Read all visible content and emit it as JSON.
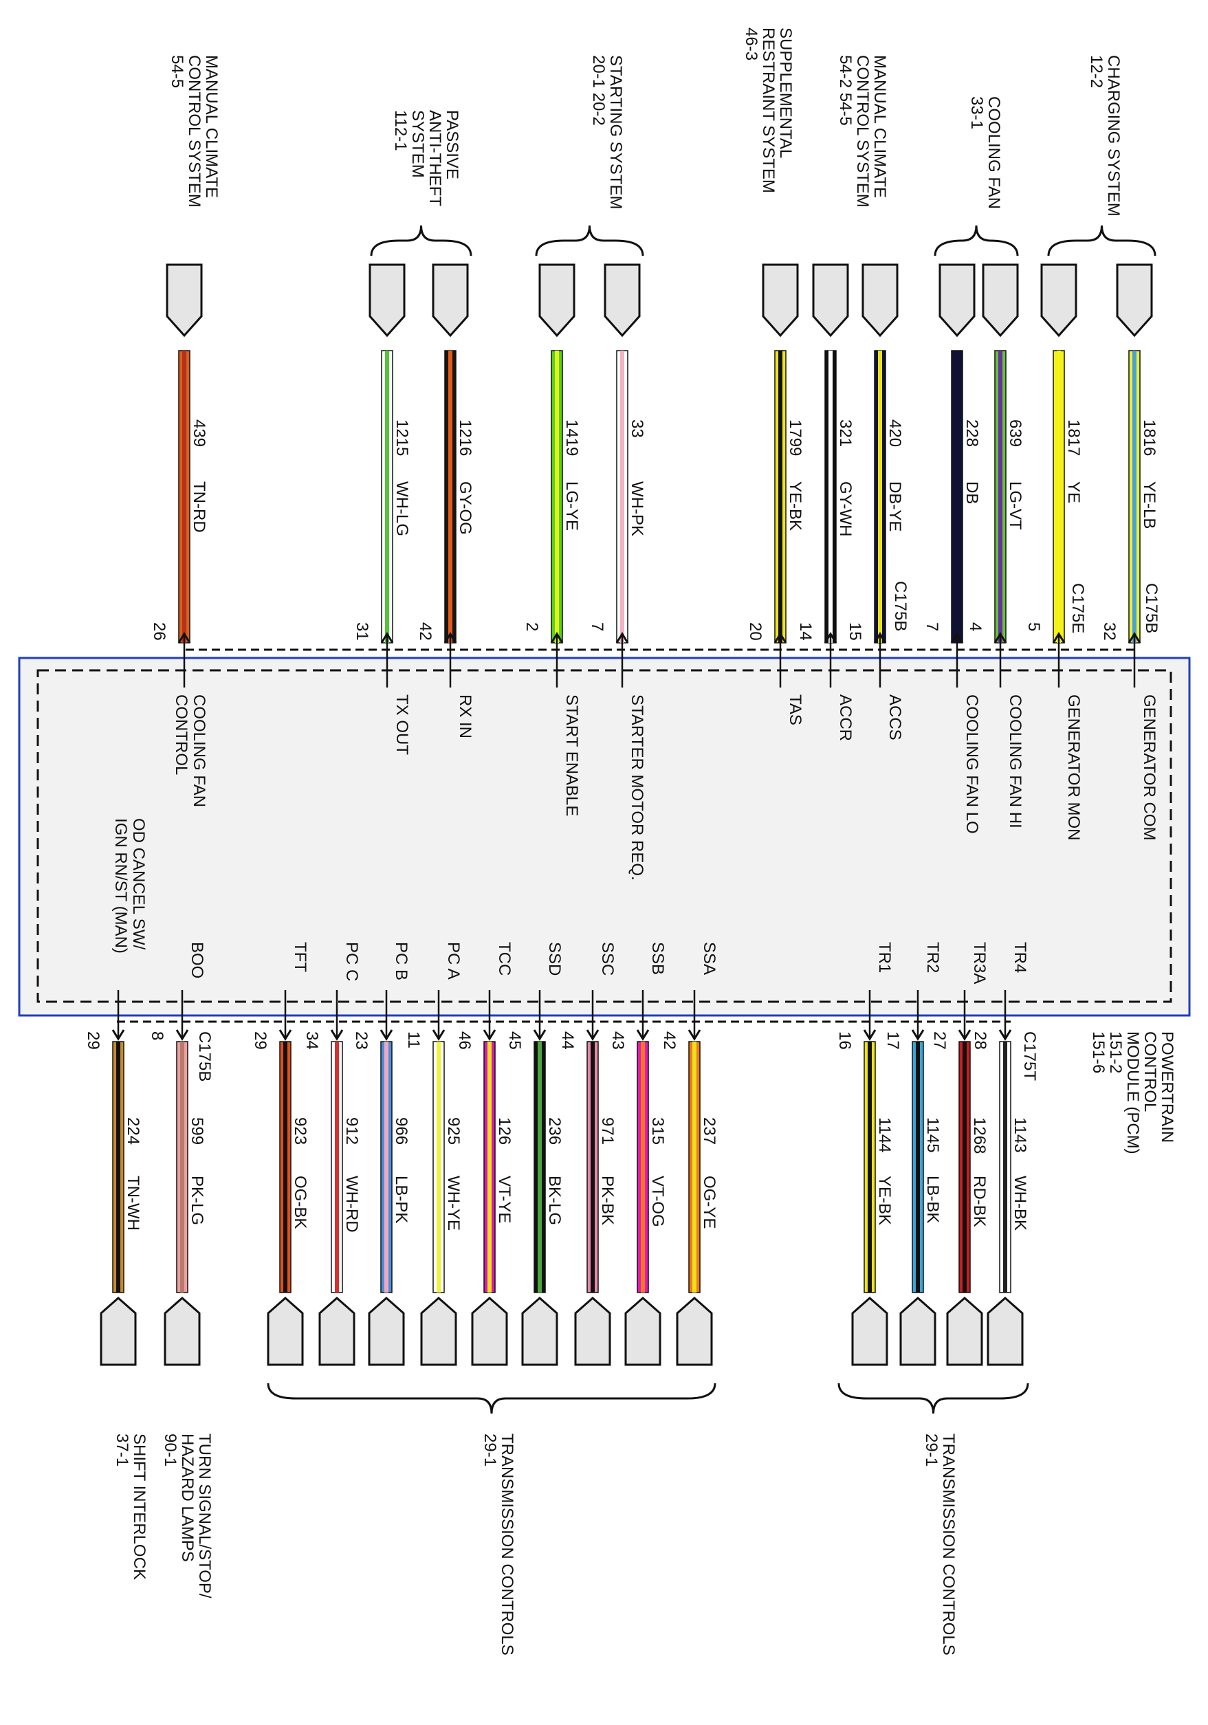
{
  "pcm": {
    "title_lines": [
      "POWERTRAIN",
      "CONTROL",
      "MODULE (PCM)",
      "151-2",
      "151-6"
    ],
    "frame_color": "#1f3fbf",
    "fill_color": "#f2f2f2"
  },
  "top_groups": [
    {
      "id": "charging",
      "lines": [
        "CHARGING SYSTEM",
        "12-2"
      ]
    },
    {
      "id": "cooling-fan",
      "lines": [
        "COOLING FAN",
        "33-1"
      ]
    },
    {
      "id": "climate-a",
      "lines": [
        "MANUAL CLIMATE",
        "CONTROL SYSTEM",
        "54-2   54-5"
      ]
    },
    {
      "id": "srs",
      "lines": [
        "SUPPLEMENTAL",
        "RESTRAINT SYSTEM",
        "46-3"
      ]
    },
    {
      "id": "starting",
      "lines": [
        "STARTING SYSTEM",
        "20-1      20-2"
      ]
    },
    {
      "id": "pats",
      "lines": [
        "PASSIVE",
        "ANTI-THEFT",
        "SYSTEM",
        "112-1"
      ]
    },
    {
      "id": "climate-b",
      "lines": [
        "MANUAL CLIMATE",
        "CONTROL SYSTEM",
        "54-5"
      ]
    }
  ],
  "bottom_groups": [
    {
      "id": "trans-a",
      "lines": [
        "TRANSMISSION CONTROLS",
        "29-1"
      ]
    },
    {
      "id": "trans-b",
      "lines": [
        "TRANSMISSION CONTROLS",
        "29-1"
      ]
    },
    {
      "id": "turn",
      "lines": [
        "TURN SIGNAL/STOP/",
        "HAZARD LAMPS",
        "90-1"
      ]
    },
    {
      "id": "shift",
      "lines": [
        "SHIFT INTERLOCK",
        "37-1"
      ]
    }
  ],
  "connectors": {
    "c175b": "C175B",
    "c175e": "C175E",
    "c175t": "C175T"
  },
  "top_wires": [
    {
      "pin": "32",
      "circuit": "1816",
      "color": "YE-LB",
      "signal": "GENERATOR COM",
      "c1": "#e9f03c",
      "c2": "#4aa0d8"
    },
    {
      "pin": "5",
      "circuit": "1817",
      "color": "YE",
      "signal": "GENERATOR MON",
      "c1": "#f4f21a",
      "c2": "#f4f21a"
    },
    {
      "pin": "4",
      "circuit": "639",
      "color": "LG-VT",
      "signal": "COOLING FAN HI",
      "c1": "#66c23a",
      "c2": "#6a2fa0"
    },
    {
      "pin": "7",
      "circuit": "228",
      "color": "DB",
      "signal": "COOLING FAN LO",
      "c1": "#111133",
      "c2": "#111133"
    },
    {
      "pin": "15",
      "circuit": "420",
      "color": "DB-YE",
      "signal": "ACCS",
      "c1": "#111133",
      "c2": "#e9e21a"
    },
    {
      "pin": "14",
      "circuit": "321",
      "color": "GY-WH",
      "signal": "ACCR",
      "c1": "#111111",
      "c2": "#ffffff"
    },
    {
      "pin": "20",
      "circuit": "1799",
      "color": "YE-BK",
      "signal": "TAS",
      "c1": "#f0e419",
      "c2": "#111111"
    },
    {
      "pin": "7",
      "circuit": "33",
      "color": "WH-PK",
      "signal": "STARTER MOTOR REQ.",
      "c1": "#ffffff",
      "c2": "#f1b2c4"
    },
    {
      "pin": "2",
      "circuit": "1419",
      "color": "LG-YE",
      "signal": "START ENABLE",
      "c1": "#55d11e",
      "c2": "#e7f21a"
    },
    {
      "pin": "42",
      "circuit": "1216",
      "color": "GY-OG",
      "signal": "RX IN",
      "c1": "#161616",
      "c2": "#e35a1a"
    },
    {
      "pin": "31",
      "circuit": "1215",
      "color": "WH-LG",
      "signal": "TX OUT",
      "c1": "#ffffff",
      "c2": "#55c23a"
    },
    {
      "pin": "26",
      "circuit": "439",
      "color": "TN-RD",
      "signal": "COOLING FAN CONTROL",
      "c1": "#d8601a",
      "c2": "#b8301a"
    }
  ],
  "bottom_wires": [
    {
      "pin": "28",
      "circuit": "1143",
      "color": "WH-BK",
      "signal": "TR4",
      "c1": "#ffffff",
      "c2": "#222222"
    },
    {
      "pin": "27",
      "circuit": "1268",
      "color": "RD-BK",
      "signal": "TR3A",
      "c1": "#c81e1e",
      "c2": "#111111"
    },
    {
      "pin": "17",
      "circuit": "1145",
      "color": "LB-BK",
      "signal": "TR2",
      "c1": "#3aa6d8",
      "c2": "#111111"
    },
    {
      "pin": "16",
      "circuit": "1144",
      "color": "YE-BK",
      "signal": "TR1",
      "c1": "#f0e419",
      "c2": "#111111"
    },
    {
      "pin": "42",
      "circuit": "237",
      "color": "OG-YE",
      "signal": "SSA",
      "c1": "#f07a1a",
      "c2": "#e9e21a"
    },
    {
      "pin": "43",
      "circuit": "315",
      "color": "VT-OG",
      "signal": "SSB",
      "c1": "#e21ab8",
      "c2": "#f07a1a"
    },
    {
      "pin": "44",
      "circuit": "971",
      "color": "PK-BK",
      "signal": "SSC",
      "c1": "#e58aa6",
      "c2": "#111111"
    },
    {
      "pin": "45",
      "circuit": "236",
      "color": "BK-LG",
      "signal": "SSD",
      "c1": "#111111",
      "c2": "#4aa83a"
    },
    {
      "pin": "46",
      "circuit": "126",
      "color": "VT-YE",
      "signal": "TCC",
      "c1": "#d81ab8",
      "c2": "#e9e21a"
    },
    {
      "pin": "11",
      "circuit": "925",
      "color": "WH-YE",
      "signal": "PC A",
      "c1": "#ffffff",
      "c2": "#f2f23a"
    },
    {
      "pin": "23",
      "circuit": "966",
      "color": "LB-PK",
      "signal": "PC B",
      "c1": "#4a8ed8",
      "c2": "#f0a8c0"
    },
    {
      "pin": "34",
      "circuit": "912",
      "color": "WH-RD",
      "signal": "PC C",
      "c1": "#ffffff",
      "c2": "#d8302a"
    },
    {
      "pin": "29",
      "circuit": "923",
      "color": "OG-BK",
      "signal": "TFT",
      "c1": "#e0501a",
      "c2": "#111111"
    },
    {
      "pin": "8",
      "circuit": "599",
      "color": "PK-LG",
      "signal": "BOO",
      "c1": "#eaa0a0",
      "c2": "#b87a6a"
    },
    {
      "pin": "29",
      "circuit": "224",
      "color": "TN-WH",
      "signal": "OD CANCEL SW/ IGN RN/ST (MAN)",
      "c1": "#c98a2a",
      "c2": "#111111"
    }
  ]
}
